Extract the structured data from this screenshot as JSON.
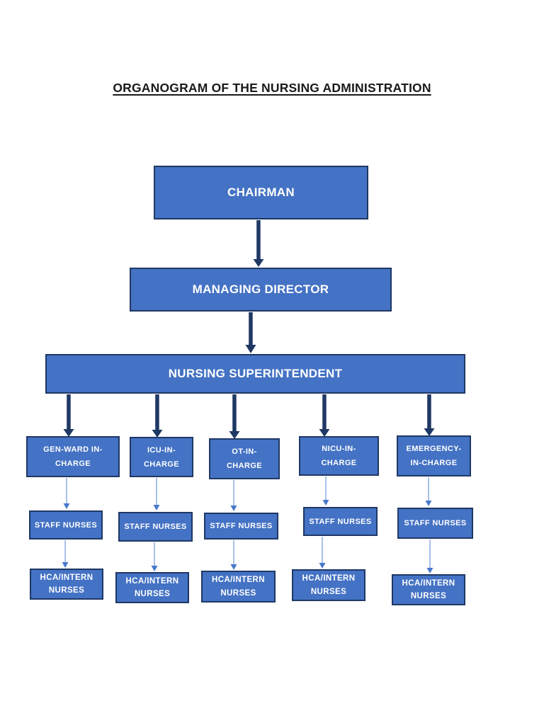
{
  "document": {
    "title": "ORGANOGRAM OF THE NURSING ADMINISTRATION"
  },
  "org": {
    "chairman": "CHAIRMAN",
    "managing_director": "MANAGING DIRECTOR",
    "nursing_superintendent": "NURSING SUPERINTENDENT",
    "branches": [
      {
        "id": "gen-ward",
        "incharge_line1": "GEN-WARD IN-",
        "incharge_line2": "CHARGE",
        "staff": "STAFF NURSES",
        "hca_line1": "HCA/INTERN",
        "hca_line2": "NURSES"
      },
      {
        "id": "icu",
        "incharge_line1": "ICU-IN-",
        "incharge_line2": "CHARGE",
        "staff": "STAFF NURSES",
        "hca_line1": "HCA/INTERN",
        "hca_line2": "NURSES"
      },
      {
        "id": "ot",
        "incharge_line1": "OT-IN-",
        "incharge_line2": "CHARGE",
        "staff": "STAFF NURSES",
        "hca_line1": "HCA/INTERN",
        "hca_line2": "NURSES"
      },
      {
        "id": "nicu",
        "incharge_line1": "NICU-IN-",
        "incharge_line2": "CHARGE",
        "staff": "STAFF NURSES",
        "hca_line1": "HCA/INTERN",
        "hca_line2": "NURSES"
      },
      {
        "id": "emergency",
        "incharge_line1": "EMERGENCY-",
        "incharge_line2": "IN-CHARGE",
        "staff": "STAFF NURSES",
        "hca_line1": "HCA/INTERN",
        "hca_line2": "NURSES"
      }
    ]
  },
  "colors": {
    "box_fill": "#4472C4",
    "box_border": "#1F3864",
    "arrow_dark": "#1F3864",
    "arrow_light_shaft": "#A9C0E8",
    "arrow_light_head": "#4779CC",
    "box_text": "#FFFFFF",
    "title_text": "#1A1A1A",
    "page_background": "#FFFFFF"
  }
}
